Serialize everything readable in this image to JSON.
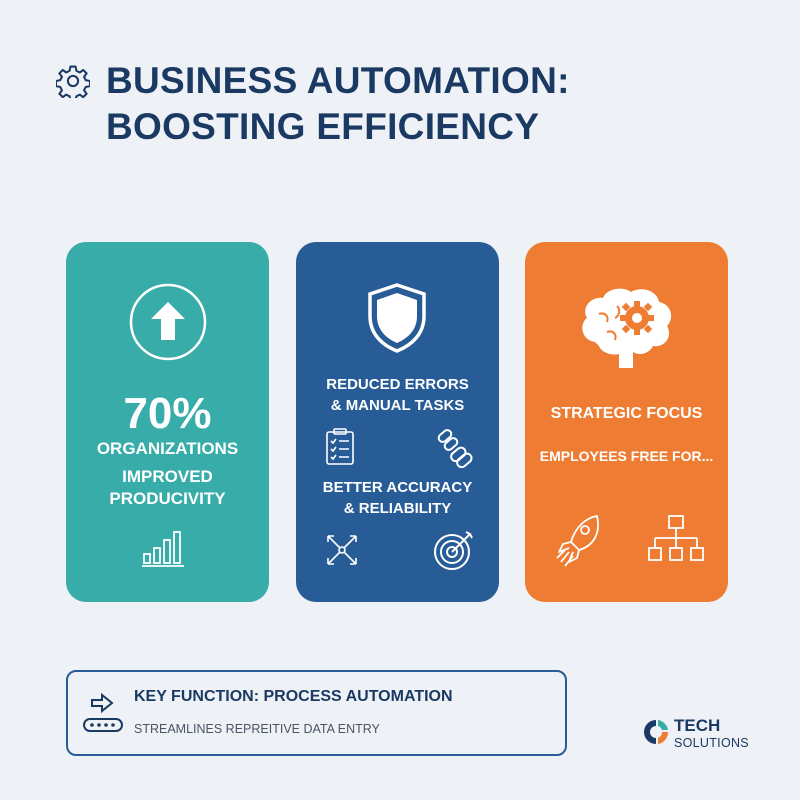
{
  "header": {
    "icon": "gear-icon",
    "title_line1": "BUSINESS AUTOMATION:",
    "title_line2": "BOOSTING EFFICIENCY",
    "color": "#1b3a63"
  },
  "cards": [
    {
      "color": "#38aca9",
      "icon": "arrow-up-circle-icon",
      "stat": "70%",
      "line1": "ORGANIZATIONS",
      "line2a": "IMPROVED",
      "line2b": "PRODUCIVITY",
      "bottom_icon": "bar-chart-icon"
    },
    {
      "color": "#285c96",
      "icon": "shield-icon",
      "heading1a": "REDUCED ERRORS",
      "heading1b": "& MANUAL TASKS",
      "heading2a": "BETTER ACCURACY",
      "heading2b": "& RELIABILITY",
      "icons": [
        "checklist-icon",
        "link-icon",
        "expand-arrows-icon",
        "target-icon"
      ]
    },
    {
      "color": "#ee7d33",
      "icon": "brain-gear-icon",
      "heading": "STRATEGIC FOCUS",
      "sub": "EMPLOYEES FREE FOR...",
      "icons": [
        "rocket-icon",
        "org-chart-icon"
      ]
    }
  ],
  "key_function": {
    "icon": "conveyor-arrow-icon",
    "title": "KEY FUNCTION: PROCESS AUTOMATION",
    "subtitle": "STREAMLINES REPREITIVE DATA ENTRY"
  },
  "brand": {
    "name_line1": "TECH",
    "name_line2": "SOLUTIONS"
  }
}
